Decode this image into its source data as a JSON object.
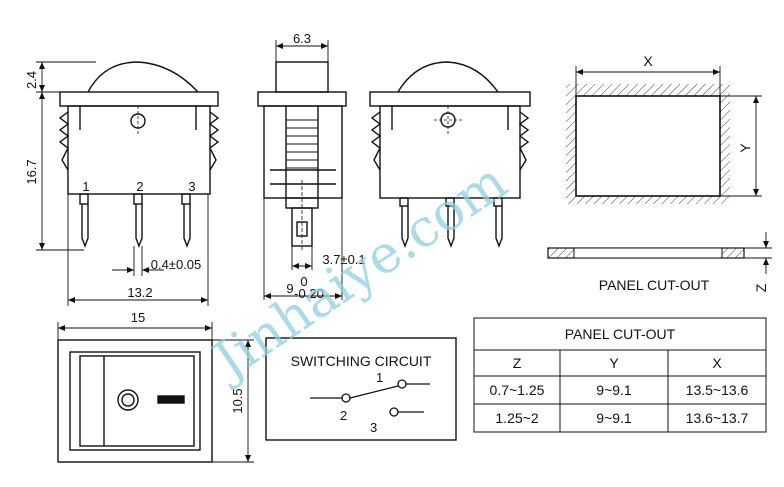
{
  "side_view": {
    "height_top": "2.4",
    "height_body": "16.7",
    "pin_1": "1",
    "pin_2": "2",
    "pin_3": "3",
    "pin_thickness": "0.4±0.05",
    "pin_span": "13.2"
  },
  "end_view": {
    "width_top": "6.3",
    "pin_width": "3.7±0.1",
    "body_width_main": "9",
    "body_width_tol_upper": "0",
    "body_width_tol_lower": "-0.20"
  },
  "top_view": {
    "width": "15",
    "height": "10.5"
  },
  "panel_drawing": {
    "x_label": "X",
    "y_label": "Y",
    "z_label": "Z",
    "caption": "PANEL CUT-OUT"
  },
  "switching_circuit": {
    "title": "SWITCHING CIRCUIT",
    "terminal_1": "1",
    "terminal_2": "2",
    "terminal_3": "3"
  },
  "panel_table": {
    "title": "PANEL CUT-OUT",
    "headers": [
      "Z",
      "Y",
      "X"
    ],
    "rows": [
      [
        "0.7~1.25",
        "9~9.1",
        "13.5~13.6"
      ],
      [
        "1.25~2",
        "9~9.1",
        "13.6~13.7"
      ]
    ]
  },
  "watermark": "Jinhaiye.com"
}
